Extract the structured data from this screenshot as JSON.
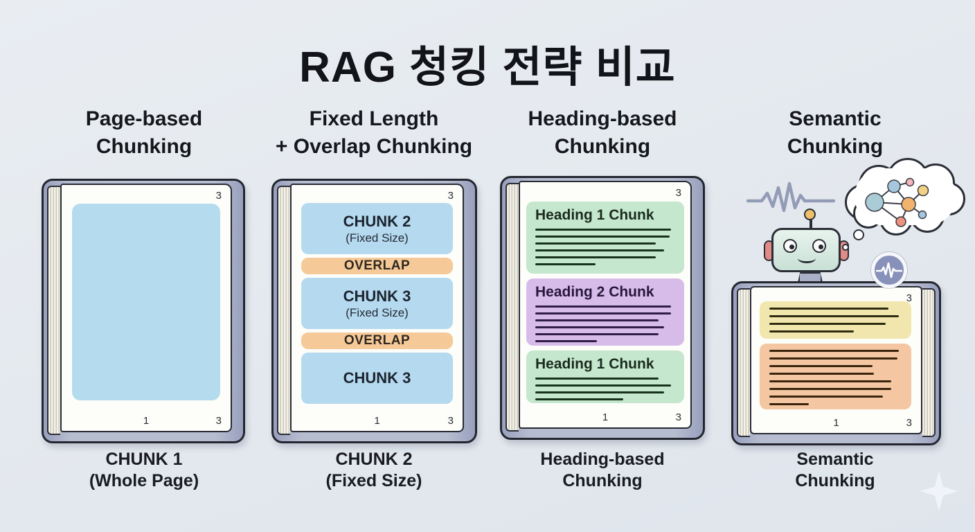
{
  "title": "RAG 청킹 전략 비교",
  "colors": {
    "background": "#e5eaef",
    "book_cover": "#aab1c9",
    "book_outline": "#23262f",
    "page": "#fdfdfa",
    "chunk_blue": "#b5dcee",
    "chunk_overlap_orange": "#f6c998",
    "chunk_green": "#c5e7cd",
    "chunk_purple": "#d7bbe9",
    "chunk_yellow": "#f1e7ae",
    "chunk_orange": "#f4c7a2",
    "badge_purple": "#8791ba",
    "robot_head": "#d9ebe3",
    "robot_ear": "#e08b87",
    "antenna_ball": "#eec069"
  },
  "icons": {
    "waveform": "ecg-signal-line",
    "robot": "robot-face",
    "thought_cloud": "thought-bubble",
    "semantic_network": "node-graph",
    "waveform_badge": "circular-waveform-badge",
    "sparkle": "four-point-sparkle"
  },
  "columns": [
    {
      "heading": "Page-based\nChunking",
      "caption": "CHUNK 1\n(Whole Page)",
      "book": {
        "page_top_right": "3",
        "page_bottom_center": "1",
        "page_bottom_right": "3"
      }
    },
    {
      "heading": "Fixed Length\n+ Overlap Chunking",
      "caption": "CHUNK 2\n(Fixed Size)",
      "book": {
        "page_top_right": "3",
        "page_bottom_center": "1",
        "page_bottom_right": "3",
        "chunks": [
          {
            "title": "CHUNK 2",
            "subtitle": "(Fixed Size)"
          },
          {
            "title": "OVERLAP"
          },
          {
            "title": "CHUNK 3",
            "subtitle": "(Fixed Size)"
          },
          {
            "title": "OVERLAP"
          },
          {
            "title": "CHUNK 3"
          }
        ]
      }
    },
    {
      "heading": "Heading-based\nChunking",
      "caption": "Heading-based\nChunking",
      "book": {
        "page_top_right": "3",
        "page_bottom_center": "1",
        "page_bottom_right": "3",
        "chunks": [
          {
            "title": "Heading 1 Chunk",
            "lines": [
              97,
              96,
              86,
              92,
              86,
              43
            ]
          },
          {
            "title": "Heading 2 Chunk",
            "lines": [
              97,
              97,
              88,
              92,
              88,
              44
            ]
          },
          {
            "title": "Heading 1 Chunk",
            "lines": [
              88,
              97,
              92,
              63
            ]
          }
        ]
      }
    },
    {
      "heading": "Semantic\nChunking",
      "caption": "Semantic\nChunking",
      "book": {
        "page_top_right": "3",
        "page_bottom_center": "1",
        "page_bottom_right": "3",
        "chunks": [
          {
            "lines": [
              90,
              98,
              88,
              64
            ]
          },
          {
            "lines": [
              98,
              97,
              78,
              79,
              92,
              92,
              86,
              30
            ]
          }
        ]
      }
    }
  ]
}
